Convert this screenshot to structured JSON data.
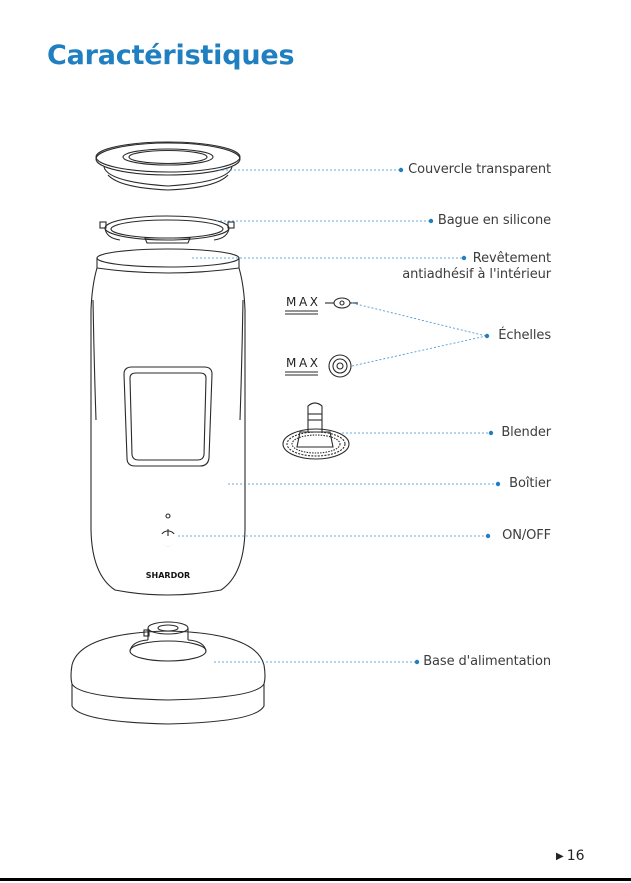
{
  "page": {
    "title": "Caractéristiques",
    "page_number": "16",
    "page_marker_icon": "triangle-right-icon"
  },
  "labels": {
    "lid": "Couvercle transparent",
    "ring": "Bague en silicone",
    "coating_line1": "Revêtement",
    "coating_line2": "antiadhésif à l'intérieur",
    "scales": "Échelles",
    "blender": "Blender",
    "housing": "Boîtier",
    "power": "ON/OFF",
    "base": "Base d'alimentation"
  },
  "figure": {
    "scale_mark_1": "MAX",
    "scale_mark_2": "MAX",
    "brand": "SHARDOR"
  },
  "colors": {
    "title": "#1f7fc1",
    "leader_line": "#3b8fd4",
    "outline": "#2a2a2a"
  }
}
